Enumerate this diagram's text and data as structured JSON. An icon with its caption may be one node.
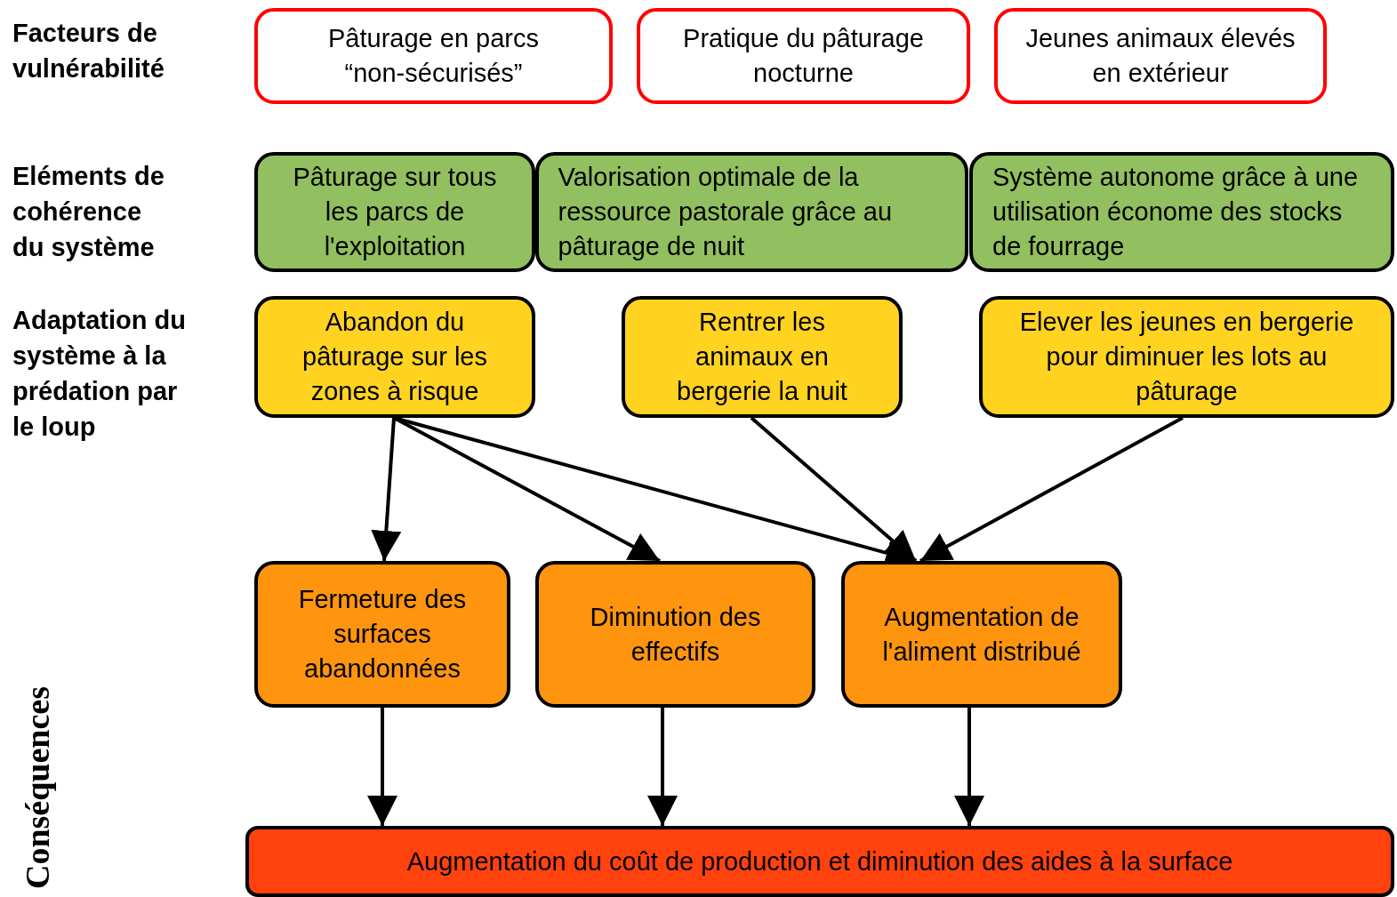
{
  "diagram": {
    "nodes": [
      {
        "text": [
          "Pâturage en parcs “non-sécurisés”"
        ]
      },
      {
        "text": [
          "Pratique du pâturage nocturne"
        ]
      },
      {
        "text": [
          "Jeunes animaux élevés en extérieur"
        ]
      },
      {
        "text": [
          "Pâturage sur tous les parcs de l'exploitation"
        ]
      },
      {
        "text": [
          "Valorisation optimale de la ressource pastorale grâce au pâturage de nuit"
        ]
      },
      {
        "text": [
          "Système autonome grâce à une utilisation économe des stocks de fourrage"
        ]
      },
      {
        "text": [
          "Abandon du pâturage sur les zones à risque"
        ]
      },
      {
        "text": [
          "Rentrer les animaux en bergerie la nuit"
        ]
      },
      {
        "text": [
          "Elever les jeunes en bergerie pour diminuer les lots au pâturage"
        ]
      },
      {
        "text": [
          "Fermeture des surfaces abandonnées"
        ]
      },
      {
        "text": [
          "Diminution des effectifs"
        ]
      },
      {
        "text": [
          "Augmentation de l'aliment distribué"
        ]
      },
      {
        "text": [
          "Augmentation du coût de production et diminution des aides à la surface"
        ]
      }
    ],
    "edges": [
      {
        "from": 6,
        "to": 9,
        "arrow": "to"
      },
      {
        "from": 6,
        "to": 10,
        "arrow": "to"
      },
      {
        "from": 6,
        "to": 11,
        "arrow": "to"
      },
      {
        "from": 7,
        "to": 11,
        "arrow": "to"
      },
      {
        "from": 8,
        "to": 11,
        "arrow": "to"
      },
      {
        "from": 9,
        "to": 12,
        "arrow": "to"
      },
      {
        "from": 10,
        "to": 12,
        "arrow": "to"
      },
      {
        "from": 11,
        "to": 12,
        "arrow": "to"
      }
    ],
    "labels": [
      "Facteurs de vulnérabilité",
      "Eléments de cohérence du système",
      "Adaptation du système à la prédation par le loup",
      "Conséquences"
    ]
  }
}
